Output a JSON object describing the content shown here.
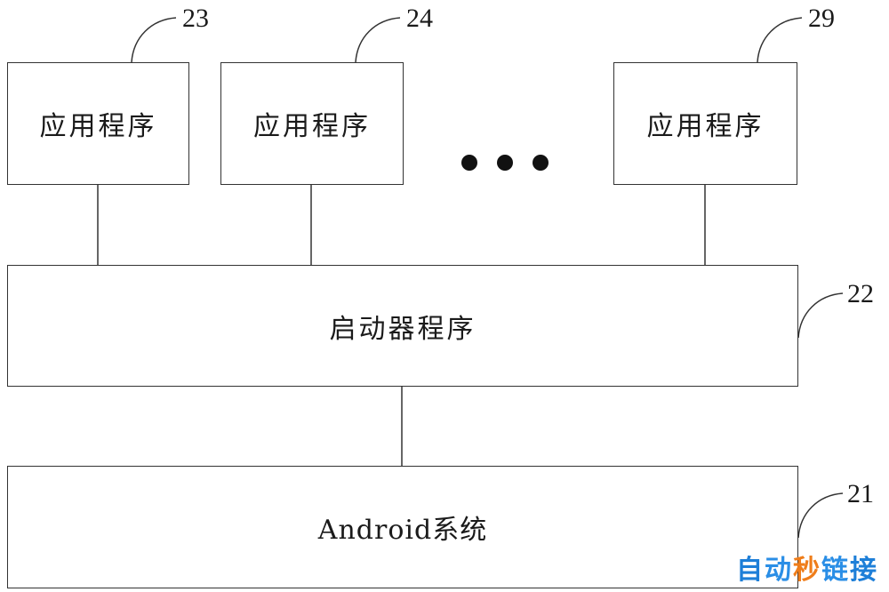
{
  "apps": [
    {
      "label": "应用程序",
      "ref": "23"
    },
    {
      "label": "应用程序",
      "ref": "24"
    },
    {
      "label": "应用程序",
      "ref": "29"
    }
  ],
  "launcher": {
    "label": "启动器程序",
    "ref": "22"
  },
  "system": {
    "label": "Android系统",
    "ref": "21"
  },
  "watermark": {
    "text": "自动秒链接",
    "colors": [
      "#1e7fd8",
      "#2a8ee6",
      "#ef7d1a",
      "#2a8ee6",
      "#1e7fd8"
    ]
  }
}
